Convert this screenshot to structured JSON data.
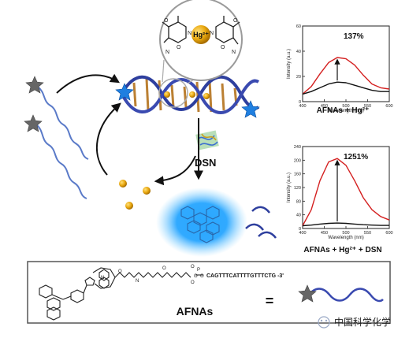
{
  "ion_label": "Hg²⁺",
  "enzyme_label": "DSN",
  "probe_label": "AFNAs",
  "equals_sign": "=",
  "sequence": "CAGTTTCATTTTGTTTCTG -3'",
  "watermark": "中国科学化学",
  "chart_data": [
    {
      "type": "line",
      "ylabel": "Intensity (a.u.)",
      "xlabel": "Wavelength (nm)",
      "xlim": [
        400,
        600
      ],
      "ylim": [
        0,
        60
      ],
      "x_ticks": [
        "400",
        "450",
        "500",
        "550",
        "600"
      ],
      "y_ticks": [
        "0",
        "20",
        "40",
        "60"
      ],
      "annotation": "137%",
      "caption": "AFNAs + Hg²⁺",
      "series": [
        {
          "color": "#d42020",
          "x": [
            400,
            420,
            440,
            460,
            480,
            500,
            520,
            540,
            560,
            580,
            600
          ],
          "y": [
            6,
            12,
            22,
            31,
            35,
            34,
            29,
            21,
            14,
            11,
            10
          ]
        },
        {
          "color": "#111111",
          "x": [
            400,
            420,
            440,
            460,
            480,
            500,
            520,
            540,
            560,
            580,
            600
          ],
          "y": [
            6,
            8,
            11,
            14,
            15.5,
            15,
            13,
            11,
            9,
            8,
            8
          ]
        }
      ]
    },
    {
      "type": "line",
      "ylabel": "Intensity (a.u.)",
      "xlabel": "Wavelength (nm)",
      "xlim": [
        400,
        600
      ],
      "ylim": [
        0,
        240
      ],
      "x_ticks": [
        "400",
        "450",
        "500",
        "550",
        "600"
      ],
      "y_ticks": [
        "0",
        "40",
        "80",
        "120",
        "160",
        "200",
        "240"
      ],
      "annotation": "1251%",
      "caption": "AFNAs + Hg²⁺ + DSN",
      "series": [
        {
          "color": "#d42020",
          "x": [
            400,
            420,
            440,
            460,
            480,
            500,
            520,
            540,
            560,
            580,
            600
          ],
          "y": [
            8,
            55,
            140,
            195,
            205,
            185,
            140,
            90,
            55,
            35,
            25
          ]
        },
        {
          "color": "#111111",
          "x": [
            400,
            420,
            440,
            460,
            480,
            500,
            520,
            540,
            560,
            580,
            600
          ],
          "y": [
            8,
            10,
            13,
            15,
            16,
            15,
            13,
            11,
            10,
            9,
            9
          ]
        }
      ]
    }
  ]
}
